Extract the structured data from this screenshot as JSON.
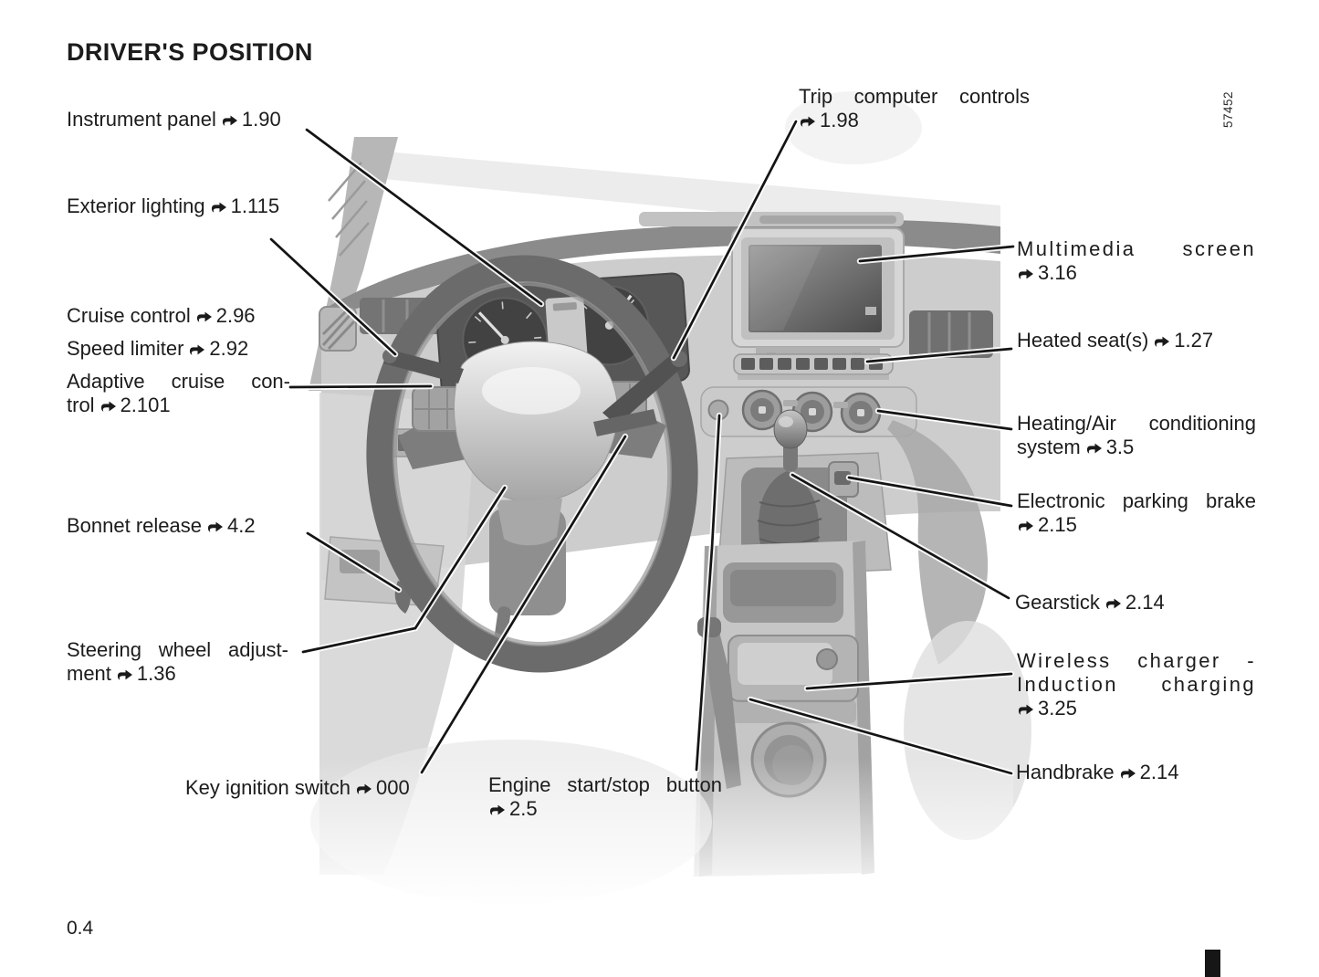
{
  "page": {
    "title": "DRIVER'S POSITION",
    "page_number": "0.4",
    "figure_number": "57452"
  },
  "colors": {
    "text": "#1c1c1c",
    "callout_line": "#141414",
    "tab": "#161616"
  },
  "labels": {
    "instrument_panel": {
      "text": "Instrument panel",
      "ref": "1.90"
    },
    "exterior_lighting": {
      "text": "Exterior lighting",
      "ref": "1.115"
    },
    "cruise_control": {
      "text": "Cruise control",
      "ref": "2.96"
    },
    "speed_limiter": {
      "text": "Speed limiter",
      "ref": "2.92"
    },
    "adaptive_cruise_control": {
      "line1": "Adaptive cruise con-",
      "line2": "trol",
      "ref": "2.101"
    },
    "bonnet_release": {
      "text": "Bonnet release",
      "ref": "4.2"
    },
    "steering_wheel_adjustment": {
      "line1": "Steering wheel adjust-",
      "line2": "ment",
      "ref": "1.36"
    },
    "key_ignition_switch": {
      "text": "Key ignition switch",
      "ref": "000"
    },
    "engine_start_stop_button": {
      "line1": "Engine start/stop button",
      "ref": "2.5"
    },
    "trip_computer_controls": {
      "line1": "Trip computer controls",
      "ref": "1.98"
    },
    "multimedia_screen": {
      "line1": "Multimedia screen",
      "ref": "3.16"
    },
    "heated_seats": {
      "text": "Heated seat(s)",
      "ref": "1.27"
    },
    "heating_air_conditioning": {
      "line1": "Heating/Air conditioning",
      "line2": "system",
      "ref": "3.5"
    },
    "electronic_parking_brake": {
      "line1": "Electronic parking brake",
      "ref": "2.15"
    },
    "gearstick": {
      "text": "Gearstick",
      "ref": "2.14"
    },
    "wireless_charger": {
      "line1": "Wireless charger -",
      "line2": "Induction charging",
      "ref": "3.25"
    },
    "handbrake": {
      "text": "Handbrake",
      "ref": "2.14"
    }
  }
}
